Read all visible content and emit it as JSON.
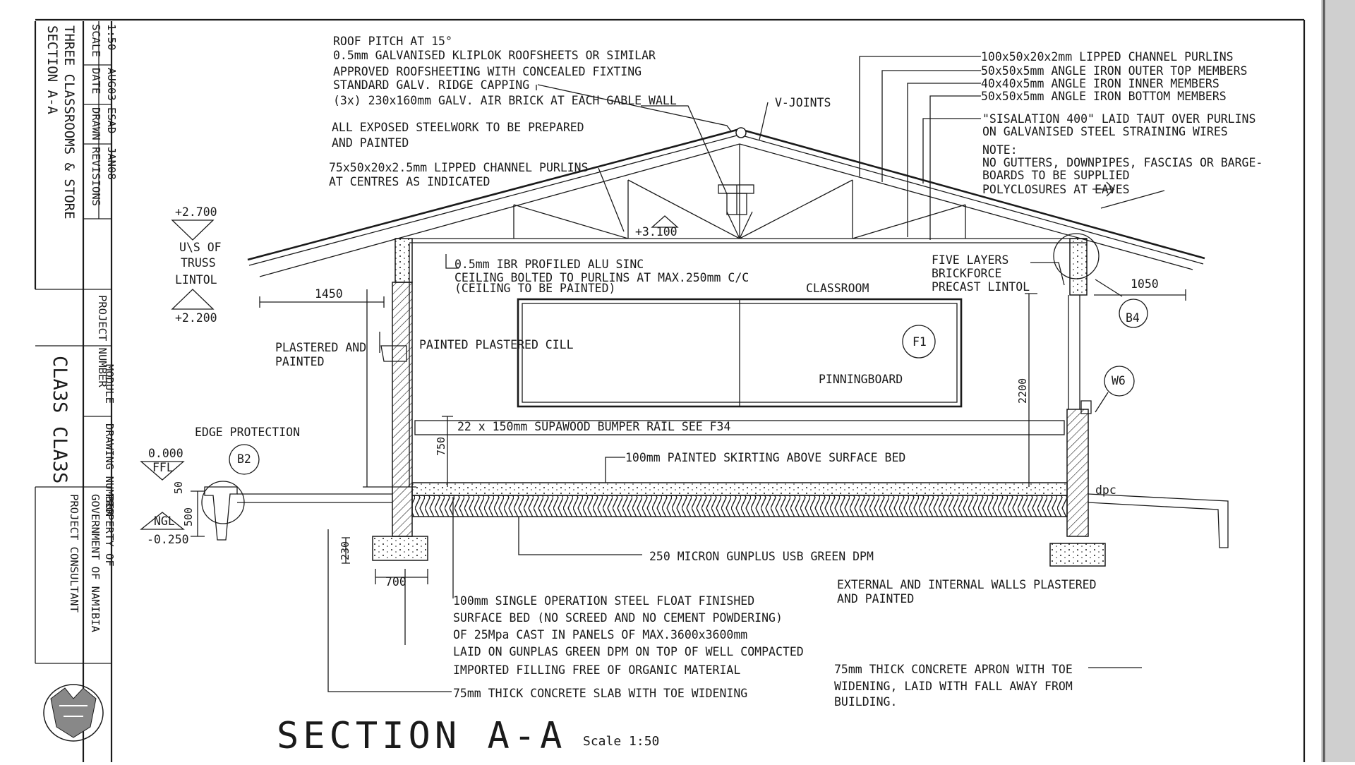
{
  "title_block": {
    "headers": [
      "SCALE",
      "DATE",
      "DRAWN",
      "REVISIONS"
    ],
    "values": [
      "1:50",
      "AUG03",
      "ESAD",
      "JAN08"
    ],
    "drawing_title_1": "THREE CLASSROOMS & STORE",
    "drawing_title_2": "SECTION A-A",
    "project_number_label": "PROJECT NUMBER",
    "module_label": "MODULE",
    "drawing_number_label": "DRAWING NUMBER",
    "module_value": "CLA3S",
    "drawing_number_value": "CLA3S",
    "property_of": "PROPERTY OF",
    "government": "GOVERNMENT OF NAMIBIA",
    "consultant": "PROJECT CONSULTANT"
  },
  "notes": {
    "roof_1": "ROOF PITCH AT 15°",
    "roof_2": "0.5mm GALVANISED KLIPLOK ROOFSHEETS OR SIMILAR",
    "roof_3": "APPROVED ROOFSHEETING WITH CONCEALED FIXTING",
    "roof_4": "STANDARD GALV. RIDGE CAPPING",
    "roof_5": "(3x) 230x160mm GALV. AIR BRICK AT EACH GABLE WALL",
    "vjoints": "V-JOINTS",
    "steel_1": "ALL EXPOSED STEELWORK TO BE PREPARED",
    "steel_2": "AND PAINTED",
    "purlin_1": "75x50x20x2.5mm LIPPED CHANNEL PURLINS",
    "purlin_2": "AT CENTRES AS INDICATED",
    "r1": "100x50x20x2mm LIPPED CHANNEL PURLINS",
    "r2": "50x50x5mm ANGLE IRON OUTER TOP MEMBERS",
    "r3": "40x40x5mm ANGLE IRON INNER MEMBERS",
    "r4": "50x50x5mm ANGLE IRON BOTTOM MEMBERS",
    "sis_1": "\"SISALATION 400\" LAID TAUT OVER PURLINS",
    "sis_2": "ON GALVANISED STEEL STRAINING WIRES",
    "note_h": "NOTE:",
    "note_1": "NO GUTTERS, DOWNPIPES, FASCIAS OR BARGE-",
    "note_2": "BOARDS TO BE SUPPLIED",
    "note_3": "POLYCLOSURES AT EAVES",
    "lvl_truss": "+2.700",
    "lvl_us": "U\\S OF",
    "lvl_truss_word": "TRUSS",
    "lvl_lintol": "LINTOL",
    "lvl_lintol_val": "+2.200",
    "lvl_ridge": "+3.100",
    "ceil_1": "0.5mm IBR PROFILED ALU SINC",
    "ceil_2": "CEILING BOLTED TO PURLINS AT MAX.250mm C/C",
    "ceil_3": "(CEILING TO BE PAINTED)",
    "classroom": "CLASSROOM",
    "brick_1": "FIVE LAYERS",
    "brick_2": "BRICKFORCE",
    "brick_3": "PRECAST LINTOL",
    "dim_1450": "1450",
    "dim_1050": "1050",
    "tag_b4": "B4",
    "plast_1": "PLASTERED AND",
    "plast_2": "PAINTED",
    "cill": "PAINTED PLASTERED CILL",
    "tag_f1": "F1",
    "pinning": "PINNINGBOARD",
    "tag_w6": "W6",
    "dim_2200": "2200",
    "edge": "EDGE PROTECTION",
    "tag_b2": "B2",
    "ffl_val": "0.000",
    "ffl": "FFL",
    "bumper": "22 x 150mm SUPAWOOD BUMPER RAIL SEE F34",
    "dim_750": "750",
    "skirting": "100mm PAINTED SKIRTING ABOVE SURFACE BED",
    "dpc": "dpc",
    "dim_50": "50",
    "dim_500": "500",
    "ngl": "NGL",
    "ngl_val": "-0.250",
    "dim_230": "230",
    "dim_700": "700",
    "dpm": "250 MICRON GUNPLUS USB GREEN DPM",
    "walls_1": "EXTERNAL AND INTERNAL WALLS PLASTERED",
    "walls_2": "AND PAINTED",
    "bed_1": "100mm SINGLE OPERATION STEEL FLOAT FINISHED",
    "bed_2": "SURFACE BED  (NO SCREED AND NO CEMENT POWDERING)",
    "bed_3": "OF 25Mpa CAST IN PANELS OF MAX.3600x3600mm",
    "bed_4": "LAID ON GUNPLAS GREEN DPM ON TOP OF WELL COMPACTED",
    "bed_5": "IMPORTED FILLING FREE OF ORGANIC MATERIAL",
    "slab": "75mm THICK CONCRETE SLAB WITH TOE WIDENING",
    "apron_1": "75mm THICK CONCRETE APRON WITH TOE",
    "apron_2": "WIDENING, LAID WITH FALL AWAY FROM",
    "apron_3": "BUILDING."
  },
  "heading": {
    "title": "SECTION A-A",
    "scale": "Scale 1:50"
  }
}
